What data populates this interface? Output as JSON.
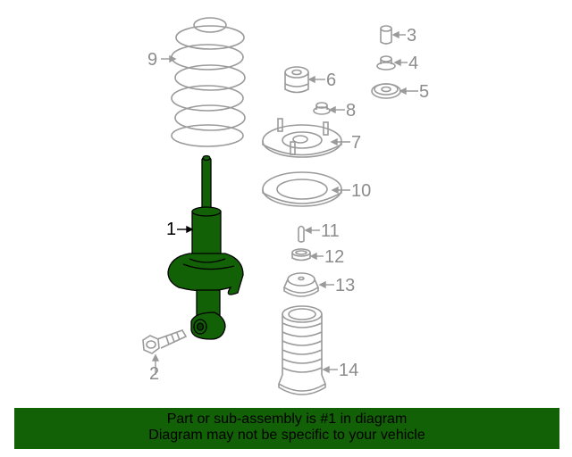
{
  "diagram": {
    "highlight_color": "#136106",
    "outline_color": "#8c8c8c",
    "parts": [
      {
        "num": "1",
        "name": "strut-assembly",
        "highlighted": true
      },
      {
        "num": "2",
        "name": "bolt"
      },
      {
        "num": "3",
        "name": "bushing-sleeve"
      },
      {
        "num": "4",
        "name": "nut"
      },
      {
        "num": "5",
        "name": "washer"
      },
      {
        "num": "6",
        "name": "insulator"
      },
      {
        "num": "7",
        "name": "upper-mount"
      },
      {
        "num": "8",
        "name": "nut-small"
      },
      {
        "num": "9",
        "name": "coil-spring"
      },
      {
        "num": "10",
        "name": "spring-seat"
      },
      {
        "num": "11",
        "name": "pin"
      },
      {
        "num": "12",
        "name": "collar"
      },
      {
        "num": "13",
        "name": "bump-stop-cap"
      },
      {
        "num": "14",
        "name": "dust-boot"
      }
    ]
  },
  "banner": {
    "line1": "Part or sub-assembly is #1 in diagram",
    "line2": "Diagram may not be specific to your vehicle",
    "background": "#136106"
  }
}
